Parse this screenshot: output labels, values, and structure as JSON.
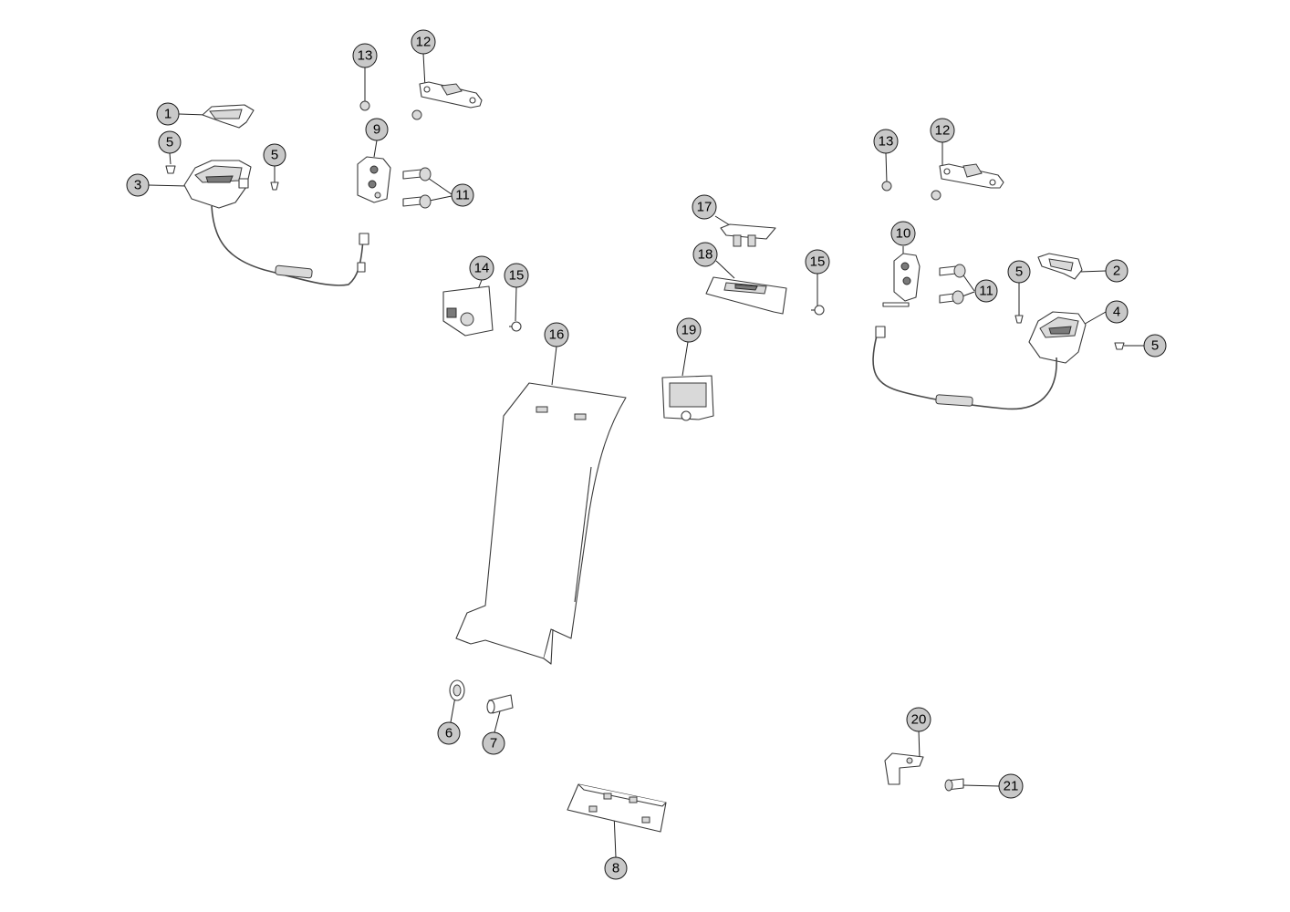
{
  "callouts": [
    {
      "id": "c1",
      "label": "1"
    },
    {
      "id": "c2",
      "label": "2"
    },
    {
      "id": "c3",
      "label": "3"
    },
    {
      "id": "c4",
      "label": "4"
    },
    {
      "id": "c5a",
      "label": "5"
    },
    {
      "id": "c5b",
      "label": "5"
    },
    {
      "id": "c5c",
      "label": "5"
    },
    {
      "id": "c5d",
      "label": "5"
    },
    {
      "id": "c6",
      "label": "6"
    },
    {
      "id": "c7",
      "label": "7"
    },
    {
      "id": "c8",
      "label": "8"
    },
    {
      "id": "c9",
      "label": "9"
    },
    {
      "id": "c10",
      "label": "10"
    },
    {
      "id": "c11a",
      "label": "11"
    },
    {
      "id": "c11b",
      "label": "11"
    },
    {
      "id": "c12a",
      "label": "12"
    },
    {
      "id": "c12b",
      "label": "12"
    },
    {
      "id": "c13a",
      "label": "13"
    },
    {
      "id": "c13b",
      "label": "13"
    },
    {
      "id": "c14",
      "label": "14"
    },
    {
      "id": "c15a",
      "label": "15"
    },
    {
      "id": "c15b",
      "label": "15"
    },
    {
      "id": "c16",
      "label": "16"
    },
    {
      "id": "c17",
      "label": "17"
    },
    {
      "id": "c18",
      "label": "18"
    },
    {
      "id": "c19",
      "label": "19"
    },
    {
      "id": "c20",
      "label": "20"
    },
    {
      "id": "c21",
      "label": "21"
    }
  ],
  "colors": {
    "callout_fill": "#c8c8c8",
    "line": "#222222"
  }
}
